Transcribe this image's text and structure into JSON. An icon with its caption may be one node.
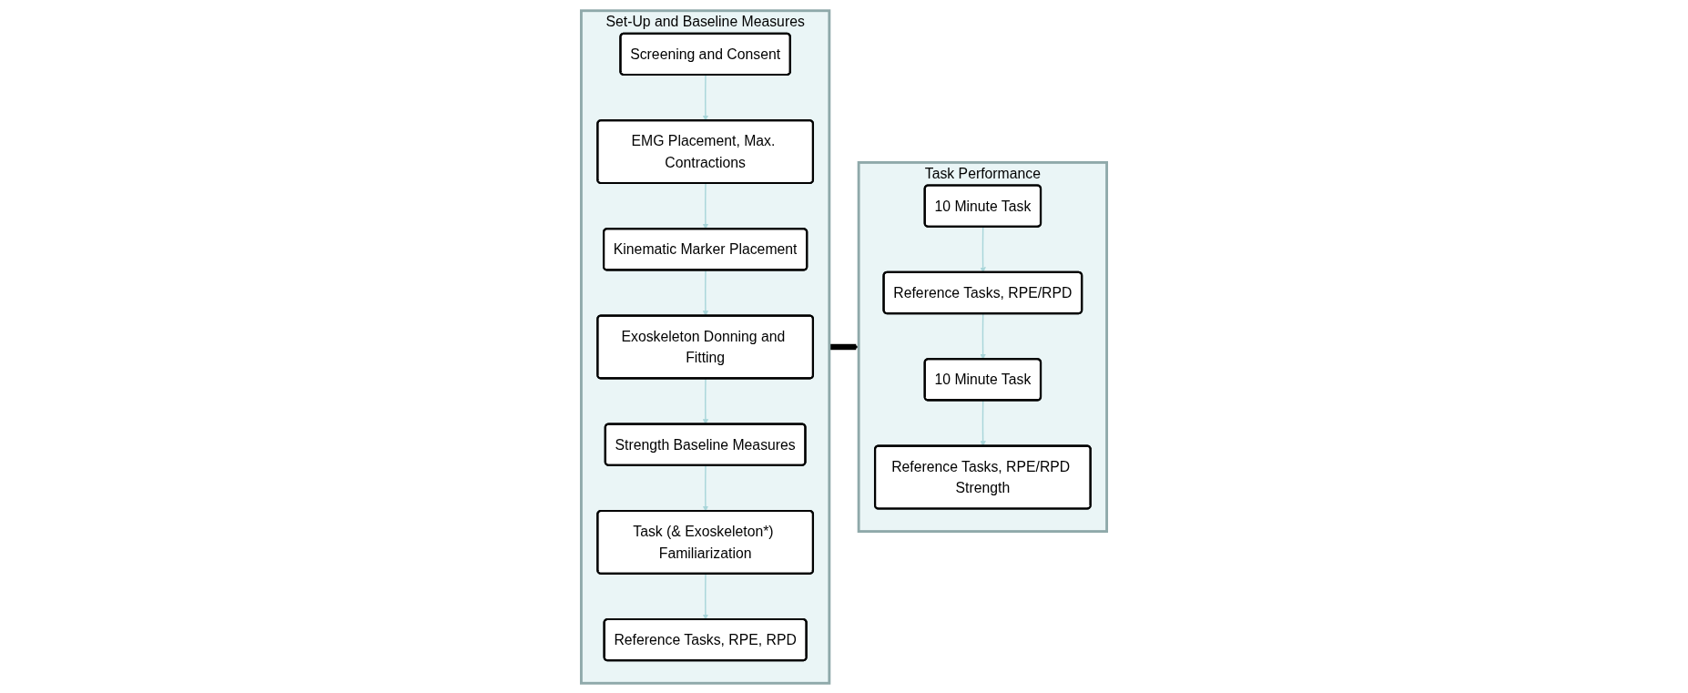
{
  "diagram": {
    "nodes": [
      {
        "text": [
          "Set-Up and Baseline Measures"
        ]
      },
      {
        "text": [
          "Screening and Consent"
        ],
        "in": 0
      },
      {
        "text": [
          "EMG Placement, Max. Contractions"
        ],
        "in": 0
      },
      {
        "text": [
          "Kinematic Marker Placement"
        ],
        "in": 0
      },
      {
        "text": [
          "Exoskeleton Donning and Fitting"
        ],
        "in": 0
      },
      {
        "text": [
          "Strength Baseline Measures"
        ],
        "in": 0
      },
      {
        "text": [
          "Task (& Exoskeleton*) Familiarization"
        ],
        "in": 0
      },
      {
        "text": [
          "Reference Tasks, RPE, RPD"
        ],
        "in": 0
      },
      {
        "text": [
          "Task Performance"
        ]
      },
      {
        "text": [
          "10 Minute Task"
        ],
        "in": 8
      },
      {
        "text": [
          "Reference Tasks, RPE/RPD"
        ],
        "in": 8
      },
      {
        "text": [
          "10 Minute Task"
        ],
        "in": 8
      },
      {
        "text": [
          "Reference Tasks, RPE/RPD Strength"
        ],
        "in": 8
      }
    ],
    "edges": [
      {
        "from": 1,
        "to": 2,
        "arrow": "to"
      },
      {
        "from": 2,
        "to": 3,
        "arrow": "to"
      },
      {
        "from": 3,
        "to": 4,
        "arrow": "to"
      },
      {
        "from": 4,
        "to": 5,
        "arrow": "to"
      },
      {
        "from": 5,
        "to": 6,
        "arrow": "to"
      },
      {
        "from": 6,
        "to": 7,
        "arrow": "to"
      },
      {
        "from": 0,
        "to": 8,
        "arrow": "to",
        "style": "thick",
        "color": "#000000"
      },
      {
        "from": 9,
        "to": 10,
        "arrow": "to"
      },
      {
        "from": 10,
        "to": 11,
        "arrow": "to"
      },
      {
        "from": 11,
        "to": 12,
        "arrow": "to"
      }
    ]
  }
}
